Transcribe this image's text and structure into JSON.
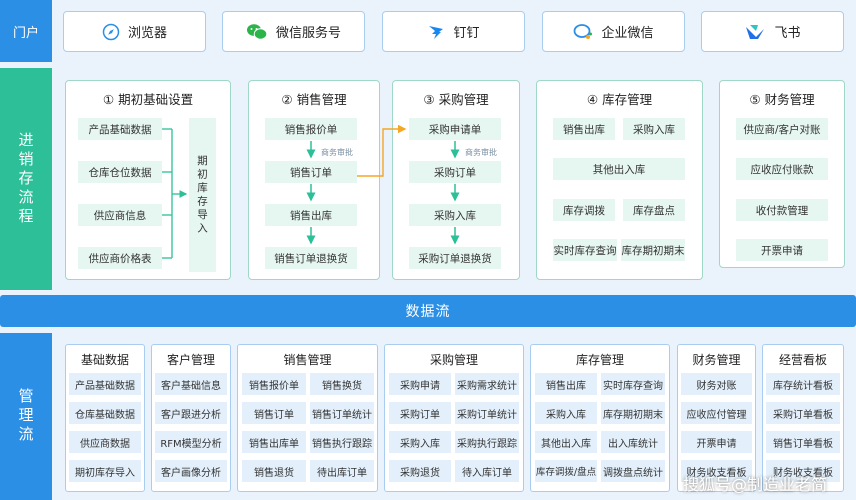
{
  "portal": {
    "label": "门户",
    "tabs": [
      "浏览器",
      "微信服务号",
      "钉钉",
      "企业微信",
      "飞书"
    ]
  },
  "process": {
    "label": "进销存流程",
    "setup": {
      "title": "① 期初基础设置",
      "items": [
        "产品基础数据",
        "仓库仓位数据",
        "供应商信息",
        "供应商价格表"
      ],
      "import_label": "期初库存导入"
    },
    "sales": {
      "title": "② 销售管理",
      "items": [
        "销售报价单",
        "销售订单",
        "销售出库",
        "销售订单退换货"
      ],
      "note": "商务审批"
    },
    "purchase": {
      "title": "③ 采购管理",
      "items": [
        "采购申请单",
        "采购订单",
        "采购入库",
        "采购订单退换货"
      ],
      "note": "商务审批"
    },
    "inventory": {
      "title": "④ 库存管理",
      "items": [
        "销售出库",
        "采购入库",
        "其他出入库",
        "库存调拨",
        "库存盘点",
        "实时库存查询",
        "库存期初期末"
      ]
    },
    "finance": {
      "title": "⑤ 财务管理",
      "items": [
        "供应商/客户对账",
        "应收应付账款",
        "收付款管理",
        "开票申请"
      ]
    }
  },
  "dataflow": {
    "label": "数据流"
  },
  "management": {
    "label": "管理流",
    "groups": [
      {
        "title": "基础数据",
        "items": [
          "产品基础数据",
          "仓库基础数据",
          "供应商数据",
          "期初库存导入"
        ]
      },
      {
        "title": "客户管理",
        "items": [
          "客户基础信息",
          "客户跟进分析",
          "RFM模型分析",
          "客户画像分析"
        ]
      },
      {
        "title": "销售管理",
        "items": [
          "销售报价单",
          "销售换货",
          "销售订单",
          "销售订单统计",
          "销售出库单",
          "销售执行跟踪",
          "销售退货",
          "待出库订单"
        ]
      },
      {
        "title": "采购管理",
        "items": [
          "采购申请",
          "采购需求统计",
          "采购订单",
          "采购订单统计",
          "采购入库",
          "采购执行跟踪",
          "采购退货",
          "待入库订单"
        ]
      },
      {
        "title": "库存管理",
        "items": [
          "销售出库",
          "实时库存查询",
          "采购入库",
          "库存期初期末",
          "其他出入库",
          "出入库统计",
          "库存调拨/盘点",
          "调拨盘点统计"
        ]
      },
      {
        "title": "财务管理",
        "items": [
          "财务对账",
          "应收应付管理",
          "开票申请",
          "财务收支看板"
        ]
      },
      {
        "title": "经营看板",
        "items": [
          "库存统计看板",
          "采购订单看板",
          "销售订单看板",
          "财务收支看板"
        ]
      }
    ]
  },
  "watermark": "搜狐号@制造业老简",
  "colors": {
    "blue": "#2b8fe6",
    "green": "#2dbf98",
    "arrow_green": "#2dbf98",
    "arrow_orange": "#f5a623"
  }
}
